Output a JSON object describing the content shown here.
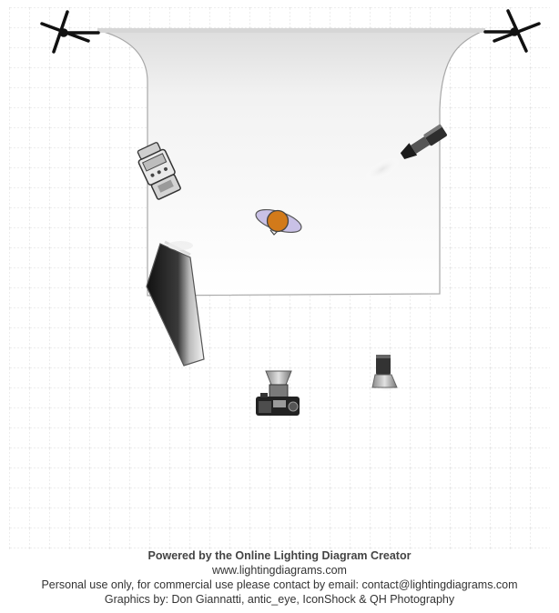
{
  "footer": {
    "powered_by": "Powered by the Online Lighting Diagram Creator",
    "website": "www.lightingdiagrams.com",
    "license": "Personal use only, for commercial use please contact by email: contact@lightingdiagrams.com",
    "credits": "Graphics by: Don Giannatti, antic_eye, IconShock & QH Photography"
  },
  "icons": {
    "left_stand": "light-stand-icon",
    "right_stand": "light-stand-icon",
    "backdrop": "paper-backdrop-icon",
    "speedlight": "speedlight-flash-icon",
    "snoot": "snoot-light-icon",
    "subject": "subject-person-icon",
    "softbox": "strip-softbox-icon",
    "camera": "camera-icon",
    "reflector": "standard-reflector-icon"
  },
  "colors": {
    "grid": "#c8c8c8",
    "subject_head": "#d27a1a",
    "subject_shoulders": "#c9c1e6",
    "backdrop_edge": "#a8a8a8"
  }
}
